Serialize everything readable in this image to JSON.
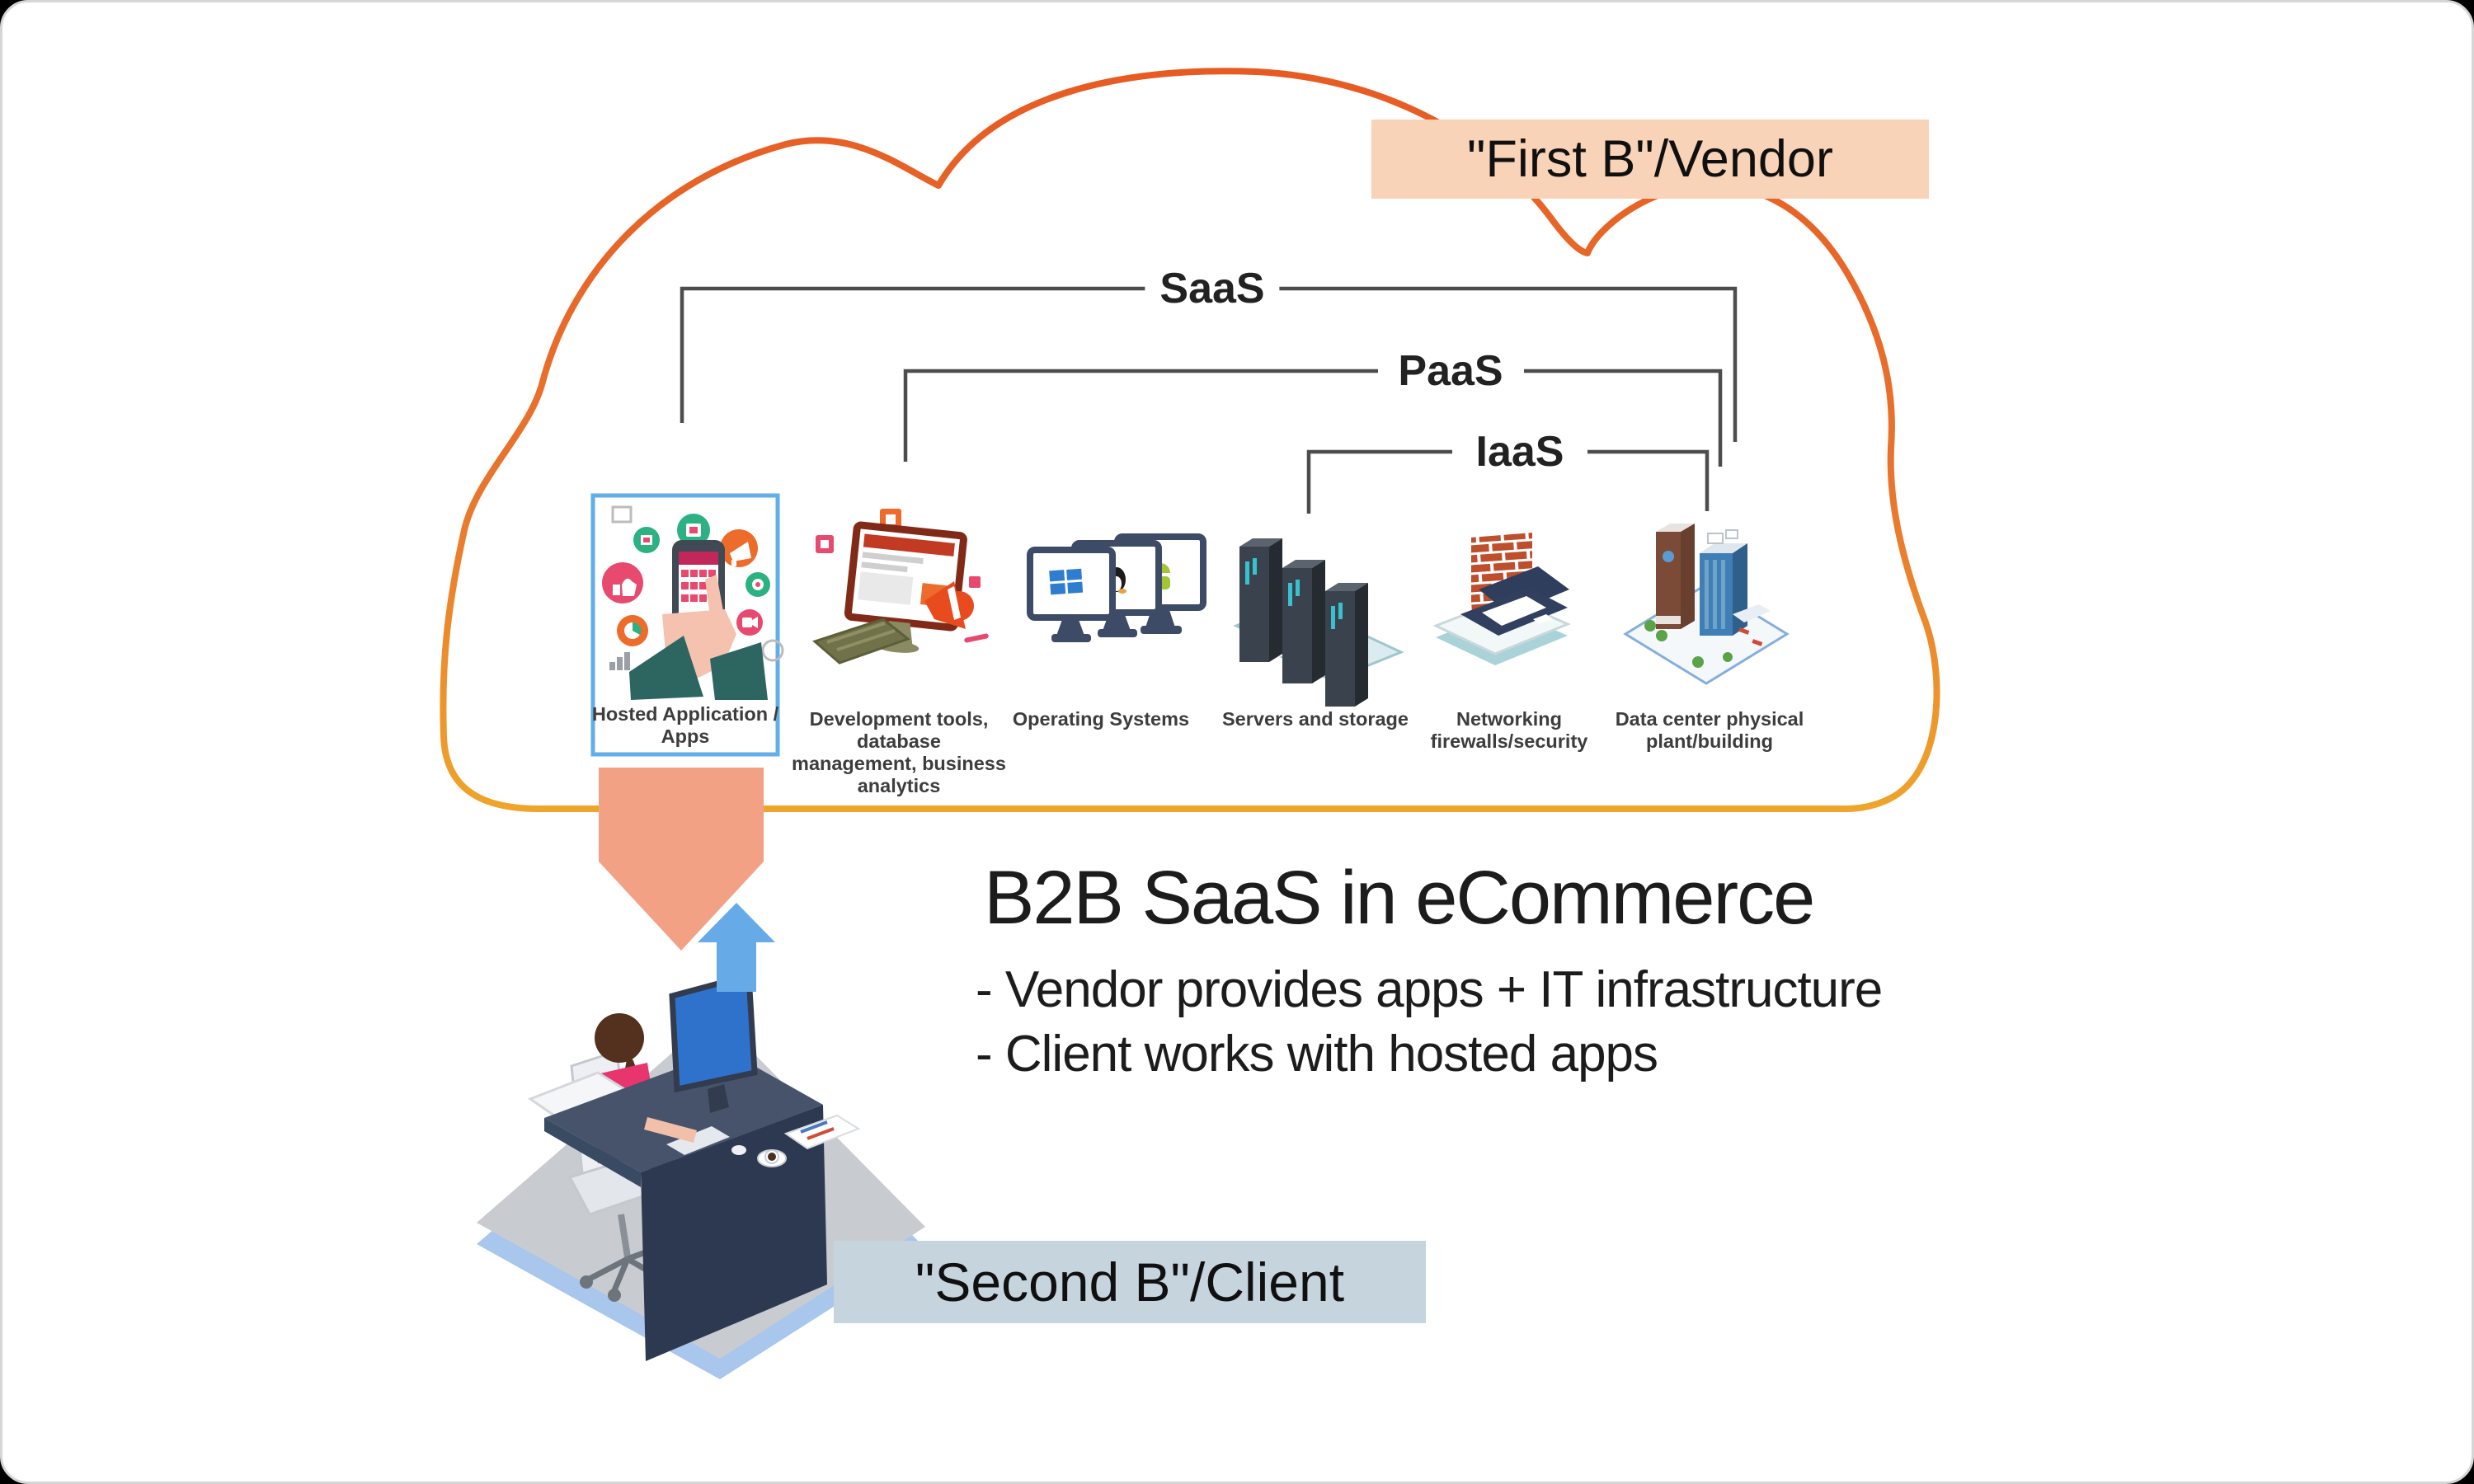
{
  "cloud": {
    "vendor_label": "\"First B\"/Vendor"
  },
  "client": {
    "label": "\"Second B\"/Client"
  },
  "service_layers": [
    {
      "label": "SaaS"
    },
    {
      "label": "PaaS"
    },
    {
      "label": "IaaS"
    }
  ],
  "components": [
    {
      "caption": "Hosted Application /\nApps",
      "icon": "hand-holding-phone-with-app-bubbles-icon",
      "highlighted": "true"
    },
    {
      "caption": "Development tools,\ndatabase\nmanagement, business\nanalytics",
      "icon": "developer-workstation-icon"
    },
    {
      "caption": "Operating Systems",
      "icon": "three-monitors-windows-linux-android-icon"
    },
    {
      "caption": "Servers and storage",
      "icon": "server-towers-icon"
    },
    {
      "caption": "Networking\nfirewalls/security",
      "icon": "brick-firewall-laptop-icon"
    },
    {
      "caption": "Data center physical\nplant/building",
      "icon": "data-center-buildings-icon"
    }
  ],
  "summary": {
    "title": "B2B SaaS in eCommerce",
    "bullets": [
      "- Vendor provides apps + IT infrastructure",
      "- Client works with hosted apps"
    ]
  },
  "colors": {
    "cloud_outline_top": "#e75b23",
    "cloud_outline_bottom": "#efa42a",
    "vendor_box": "#f8d3b7",
    "client_box": "#c6d4de",
    "highlight_border": "#62aee9",
    "down_arrow": "#f2a184",
    "up_arrow": "#66abe8",
    "bracket_line": "#4d4d4d"
  }
}
